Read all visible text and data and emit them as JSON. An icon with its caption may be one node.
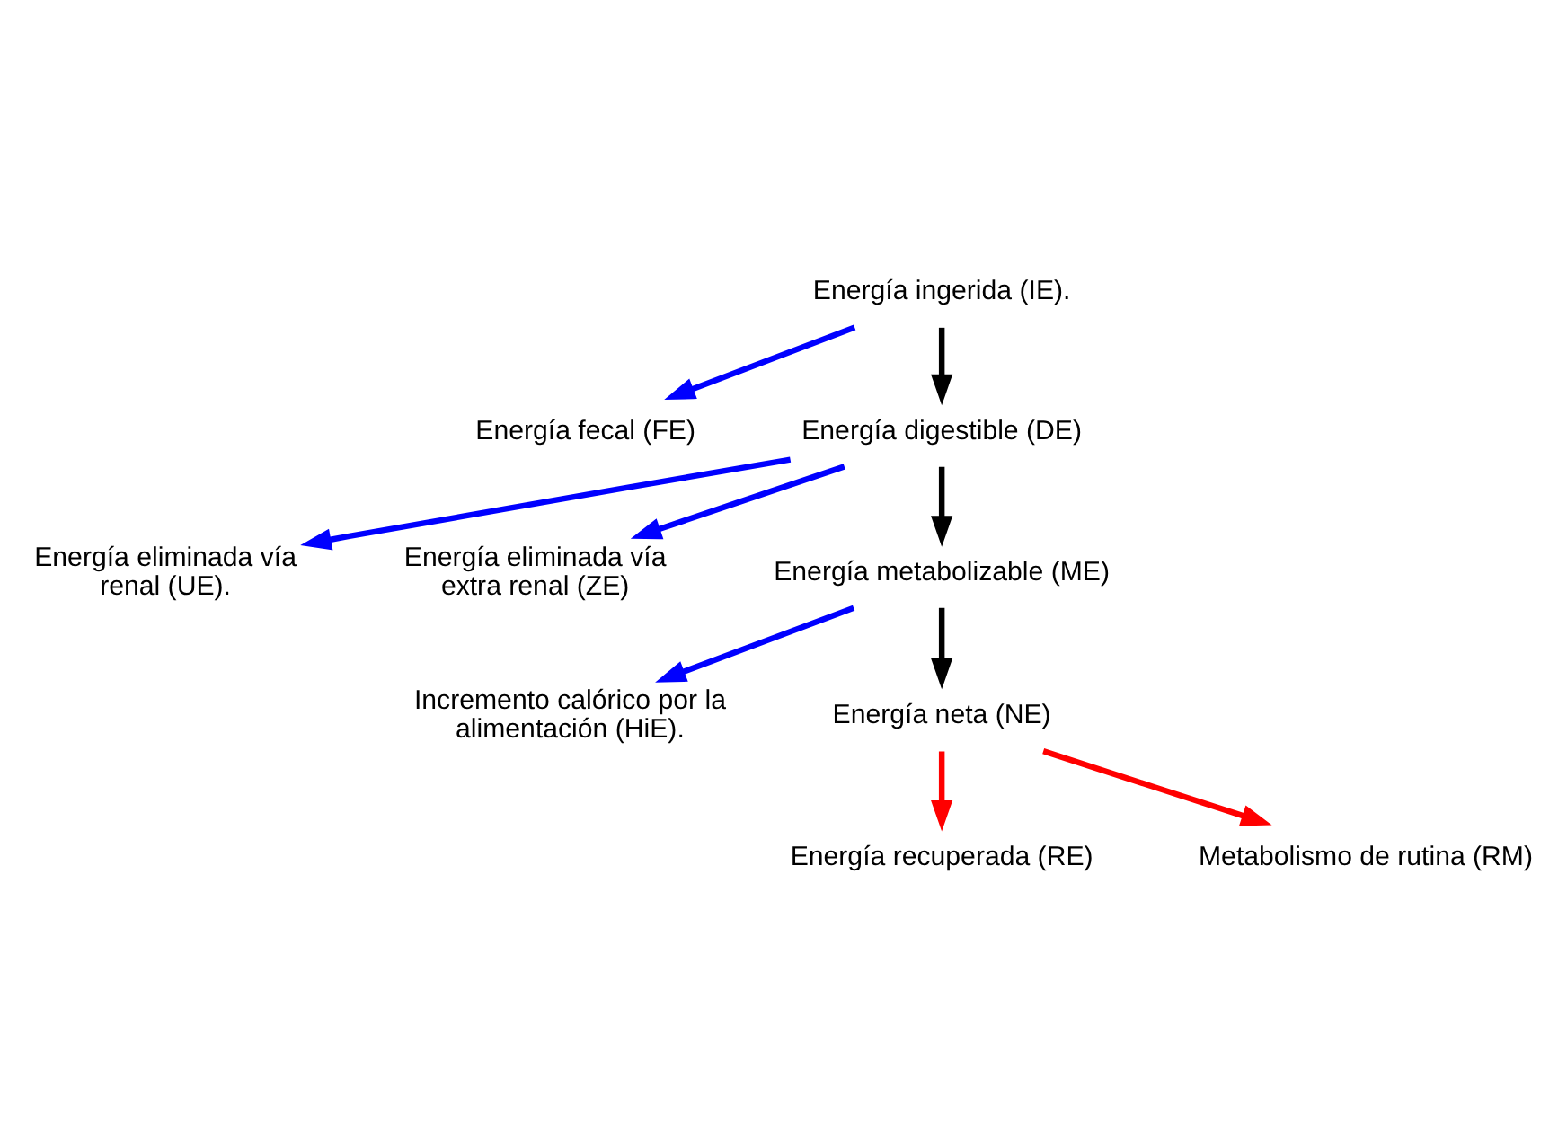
{
  "diagram": {
    "nodes": [
      {
        "text": [
          "Energía ingerida (IE)."
        ]
      },
      {
        "text": [
          "Energía fecal (FE)"
        ]
      },
      {
        "text": [
          "Energía digestible (DE)"
        ]
      },
      {
        "text": [
          "Energía eliminada vía renal (UE)."
        ]
      },
      {
        "text": [
          "Energía eliminada vía extra renal (ZE)"
        ]
      },
      {
        "text": [
          "Energía metabolizable (ME)"
        ]
      },
      {
        "text": [
          "Incremento calórico por la alimentación (HiE)."
        ]
      },
      {
        "text": [
          "Energía neta (NE)"
        ]
      },
      {
        "text": [
          "Metabolismo de rutina (RM)"
        ]
      },
      {
        "text": [
          "Energía recuperada (RE)"
        ]
      }
    ],
    "edges": [
      {
        "from": 0,
        "to": 1,
        "arrow": "to",
        "color": "#0000ff"
      },
      {
        "from": 0,
        "to": 2,
        "arrow": "to",
        "color": "#000000"
      },
      {
        "from": 2,
        "to": 3,
        "arrow": "to",
        "color": "#0000ff"
      },
      {
        "from": 2,
        "to": 4,
        "arrow": "to",
        "color": "#0000ff"
      },
      {
        "from": 2,
        "to": 5,
        "arrow": "to",
        "color": "#000000"
      },
      {
        "from": 5,
        "to": 6,
        "arrow": "to",
        "color": "#0000ff"
      },
      {
        "from": 5,
        "to": 7,
        "arrow": "to",
        "color": "#000000"
      },
      {
        "from": 7,
        "to": 8,
        "arrow": "to",
        "color": "#ff0000"
      },
      {
        "from": 7,
        "to": 9,
        "arrow": "to",
        "color": "#ff0000"
      }
    ]
  }
}
